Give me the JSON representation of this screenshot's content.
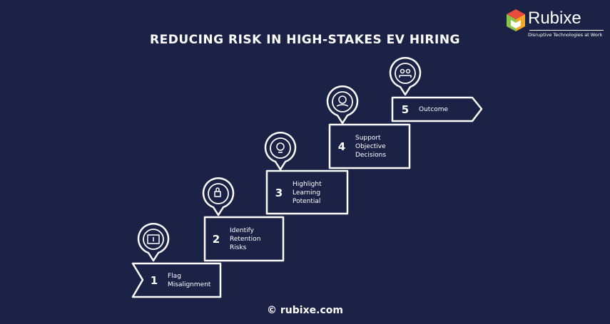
{
  "title": "REDUCING RISK IN HIGH-STAKES EV HIRING",
  "logo": {
    "name": "Rubixe",
    "tagline": "Disruptive Technologies at Work"
  },
  "steps": [
    {
      "number": "1",
      "label": "Flag Misalignment",
      "icon": "book-alert-icon"
    },
    {
      "number": "2",
      "label": "Identify Retention Risks",
      "icon": "lock-document-icon"
    },
    {
      "number": "3",
      "label": "Highlight Learning Potential",
      "icon": "lightbulb-icon"
    },
    {
      "number": "4",
      "label": "Support Objective Decisions",
      "icon": "money-hand-icon"
    },
    {
      "number": "5",
      "label": "Outcome",
      "icon": "team-icon"
    }
  ],
  "footer": "© rubixe.com",
  "colors": {
    "background": "#1c2246",
    "foreground": "#ffffff"
  }
}
